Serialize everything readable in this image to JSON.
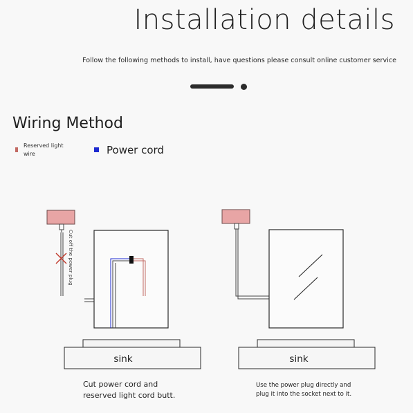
{
  "header": {
    "title": "Installation details",
    "subtitle": "Follow the following methods to install, have questions please consult online customer service"
  },
  "section": {
    "title": "Wiring Method"
  },
  "legend": {
    "reserved_wire_label": "Reserved light wire",
    "power_cord_label": "Power cord",
    "reserved_wire_color": "#c26a63",
    "power_cord_color": "#1d2ad0"
  },
  "diagrams": {
    "left": {
      "sink_label": "sink",
      "annotation": "Cut off the power plug",
      "caption_line1": "Cut power cord and",
      "caption_line2": "reserved light cord butt."
    },
    "right": {
      "sink_label": "sink",
      "caption_line1": "Use the power plug directly and",
      "caption_line2": "plug it into the socket next to it."
    }
  },
  "colors": {
    "outlet_fill": "#e8a5a5",
    "outlet_stroke": "#6b4c4c",
    "cross": "#c0392b",
    "line": "#2a2a2a"
  }
}
